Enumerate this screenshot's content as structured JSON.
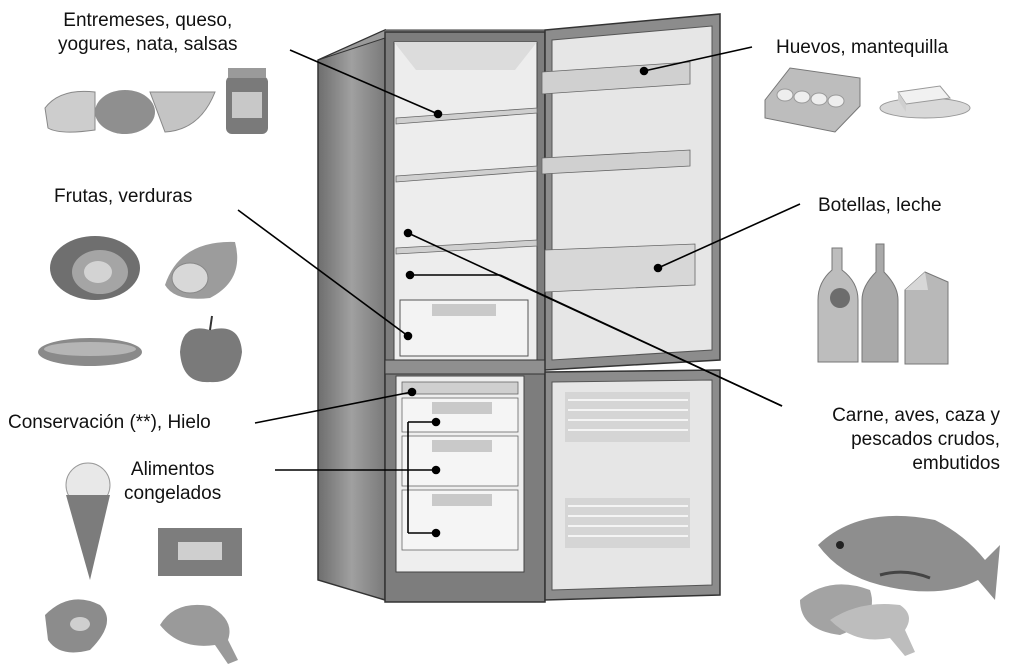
{
  "labels": {
    "dairy": [
      "Entremeses, queso,",
      "yogures, nata, salsas"
    ],
    "eggs": [
      "Huevos, mantequilla"
    ],
    "fruit": [
      "Frutas, verduras"
    ],
    "bottles": [
      "Botellas, leche"
    ],
    "meat": [
      "Carne, aves, caza y",
      "pescados crudos,",
      "embutidos"
    ],
    "conservation": [
      "Conservación (**), Hielo"
    ],
    "frozen": [
      "Alimentos",
      "congelados"
    ]
  },
  "colors": {
    "line": "#000000",
    "fridge_body": "#8a8a8a",
    "fridge_inner": "#e9e9e9",
    "shelf": "#cfcfcf",
    "food_dark": "#6d6d6d",
    "food_light": "#bdbdbd"
  },
  "icons": {
    "dairy": [
      "cheese-icon",
      "jar-icon"
    ],
    "eggs": [
      "egg-carton-icon",
      "butter-icon"
    ],
    "fruit": [
      "lettuce-icon",
      "melon-icon",
      "cucumber-icon",
      "apple-icon"
    ],
    "bottles": [
      "bottle-icon",
      "milk-carton-icon"
    ],
    "frozen": [
      "ice-cream-icon",
      "frozen-bag-icon",
      "steak-icon",
      "poultry-icon"
    ],
    "meat": [
      "fish-icon",
      "crayfish-icon"
    ]
  }
}
